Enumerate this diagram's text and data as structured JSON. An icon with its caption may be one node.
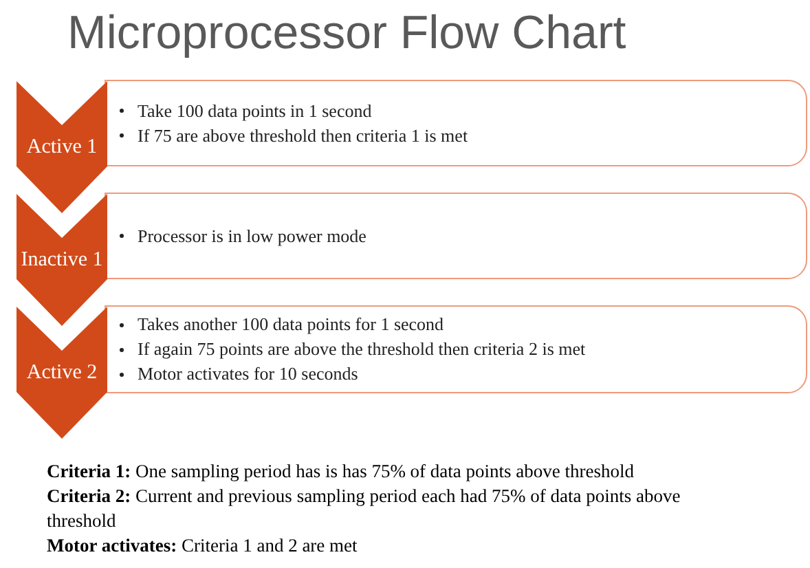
{
  "diagram": {
    "title": "Microprocessor Flow Chart",
    "nodes": [
      {
        "text": [
          "Active 1"
        ]
      },
      {
        "text": [
          "Take 100 data points in 1 second",
          "If 75 are above threshold then criteria 1 is met"
        ]
      },
      {
        "text": [
          "Inactive 1"
        ]
      },
      {
        "text": [
          "Processor is in low power mode"
        ]
      },
      {
        "text": [
          "Active 2"
        ]
      },
      {
        "text": [
          "Takes another 100 data points for 1 second",
          "If again 75 points are above the threshold then criteria 2 is met",
          "Motor activates for 10 seconds"
        ]
      }
    ],
    "edges": [],
    "labels": [
      "**Criteria 1:** One sampling period has is has 75% of data points above threshold",
      "**Criteria 2:** Current and previous sampling period each had 75% of data points above threshold",
      "**Motor activates:** Criteria 1 and 2 are met"
    ]
  }
}
